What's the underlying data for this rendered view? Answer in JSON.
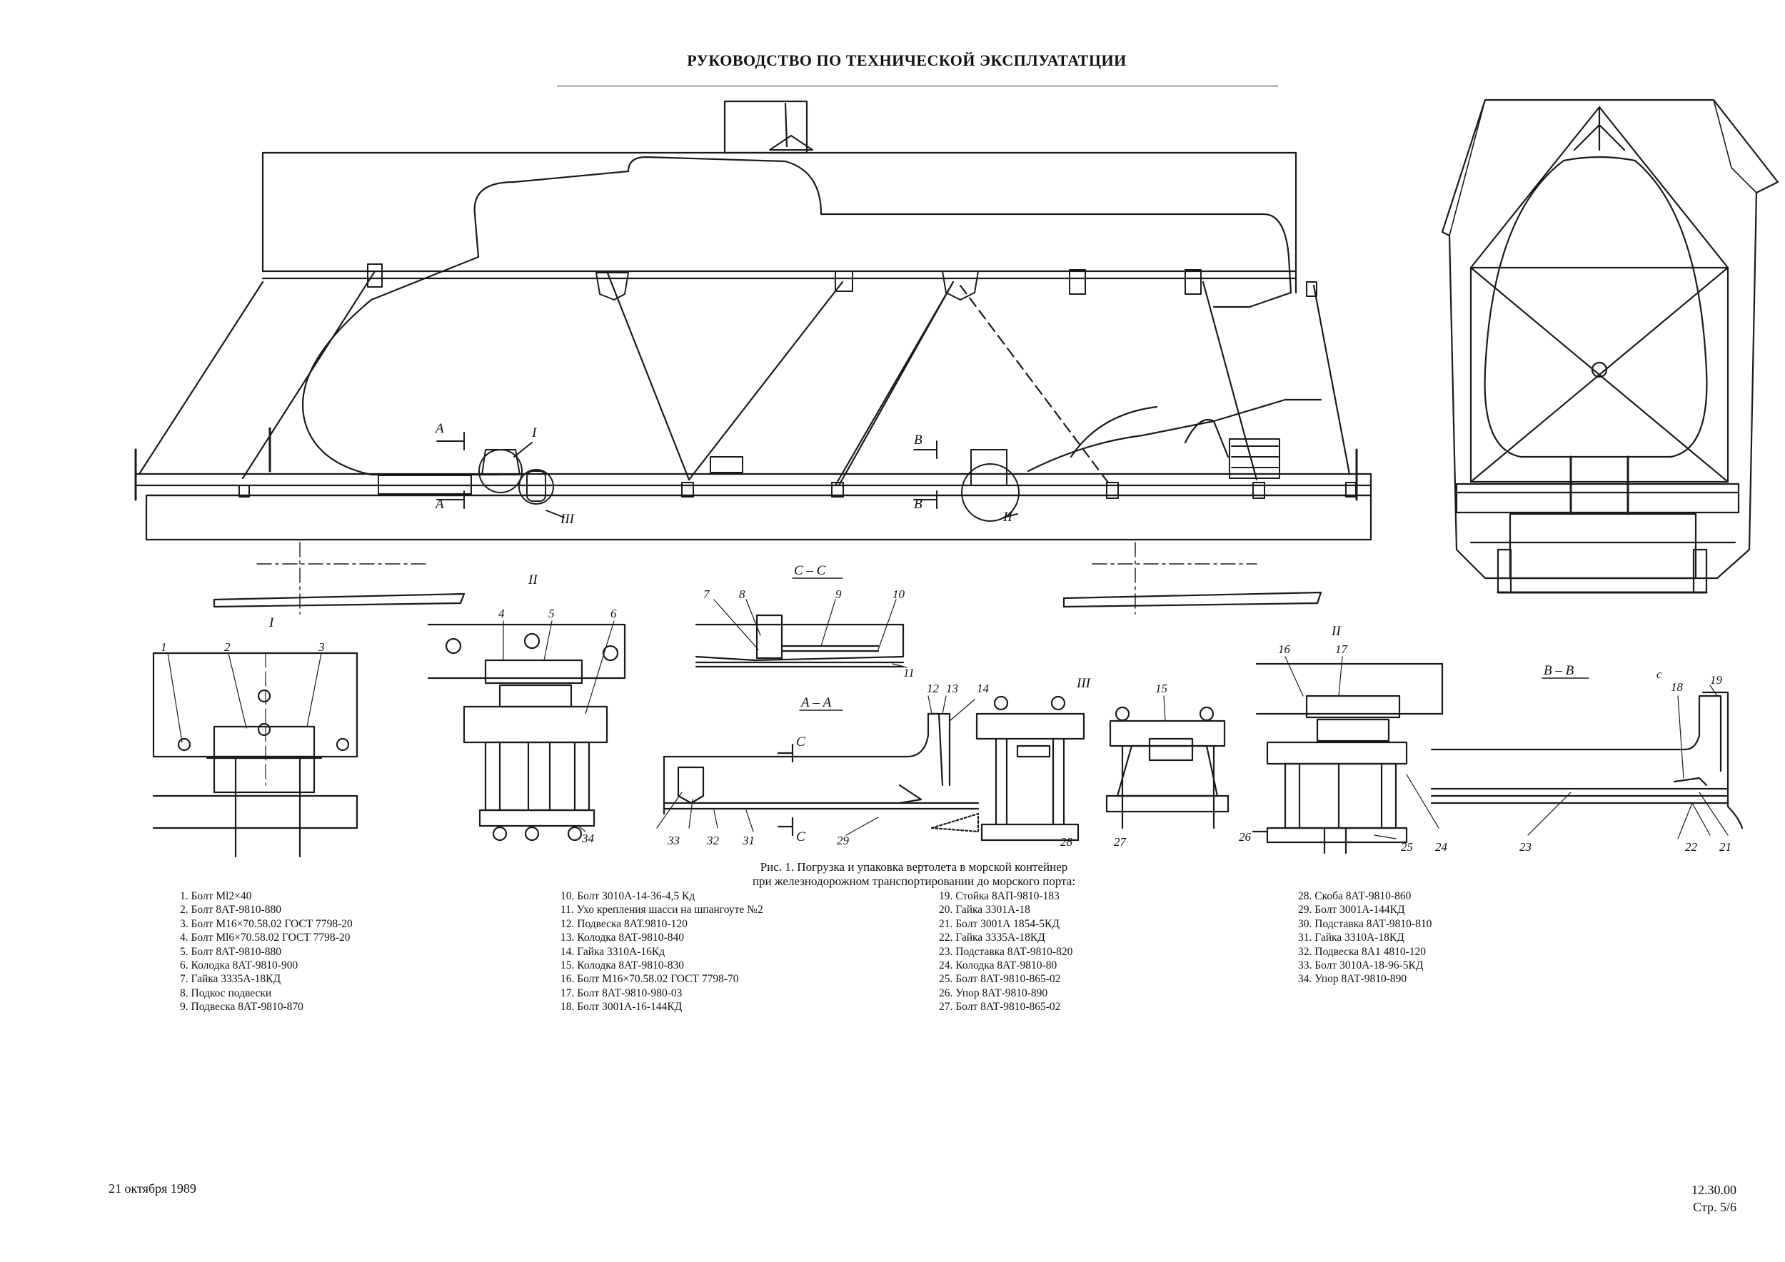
{
  "document": {
    "title": "РУКОВОДСТВО ПО ТЕХНИЧЕСКОЙ ЭКСПЛУАТАТЦИИ",
    "footer_date": "21 октября 1989",
    "footer_section": "12.30.00",
    "footer_page": "Стр. 5/6"
  },
  "figure": {
    "caption_line1": "Рис. 1. Погрузка и упаковка вертолета в морской контейнер",
    "caption_line2": "при железнодорожном транспортировании до морского порта:",
    "section_labels": [
      "I",
      "II",
      "III",
      "II",
      "III",
      "II",
      "А – А",
      "В – В",
      "С – С",
      "А",
      "А",
      "В",
      "В",
      "C",
      "C",
      "с"
    ],
    "callouts": [
      "1",
      "2",
      "3",
      "4",
      "5",
      "6",
      "7",
      "8",
      "9",
      "10",
      "11",
      "12",
      "13",
      "14",
      "15",
      "16",
      "17",
      "18",
      "19",
      "21",
      "22",
      "23",
      "24",
      "25",
      "26",
      "27",
      "28",
      "29",
      "31",
      "32",
      "33",
      "34"
    ]
  },
  "parts": [
    [
      "1. Болт Ml2×40",
      "2. Болт 8АТ-9810-880",
      "3. Болт М16×70.58.02 ГОСТ 7798-20",
      "4. Болт Ml6×70.58.02 ГОСТ 7798-20",
      "5. Болт 8АТ-9810-880",
      "6. Колодка 8АТ-9810-900",
      "7. Гайка 3335А-18КД",
      "8. Подкос подвески",
      "9. Подвеска 8АТ-9810-870"
    ],
    [
      "10. Болт 3010А-14-36-4,5 Кд",
      "11. Ухо крепления шасси на шпангоуте №2",
      "12. Подвеска 8АТ.9810-120",
      "13. Колодка 8АТ-9810-840",
      "14. Гайка 3310А-16Кд",
      "15. Колодка 8АТ-9810-830",
      "16. Болт М16×70.58.02 ГОСТ 7798-70",
      "17. Болт 8АТ-9810-980-03",
      "18. Болт 3001А-16-144КД"
    ],
    [
      "19. Стойка 8АП-9810-183",
      "20. Гайка 3301А-18",
      "21. Болт 3001А 1854-5КД",
      "22. Гайка 3335А-18КД",
      "23. Подставка 8АТ-9810-820",
      "24. Колодка 8АТ-9810-80",
      "25. Болт 8АТ-9810-865-02",
      "26. Упор 8АТ-9810-890",
      "27. Болт 8АТ-9810-865-02"
    ],
    [
      "28. Скоба 8АТ-9810-860",
      "29. Болт 3001А-144КД",
      "30. Подставка 8АТ-9810-810",
      "31. Гайка 3310А-18КД",
      "32. Подвеска 8А1 4810-120",
      "33. Болт 3010А-18-96-5КД",
      "34. Упор 8АТ-9810-890"
    ]
  ]
}
